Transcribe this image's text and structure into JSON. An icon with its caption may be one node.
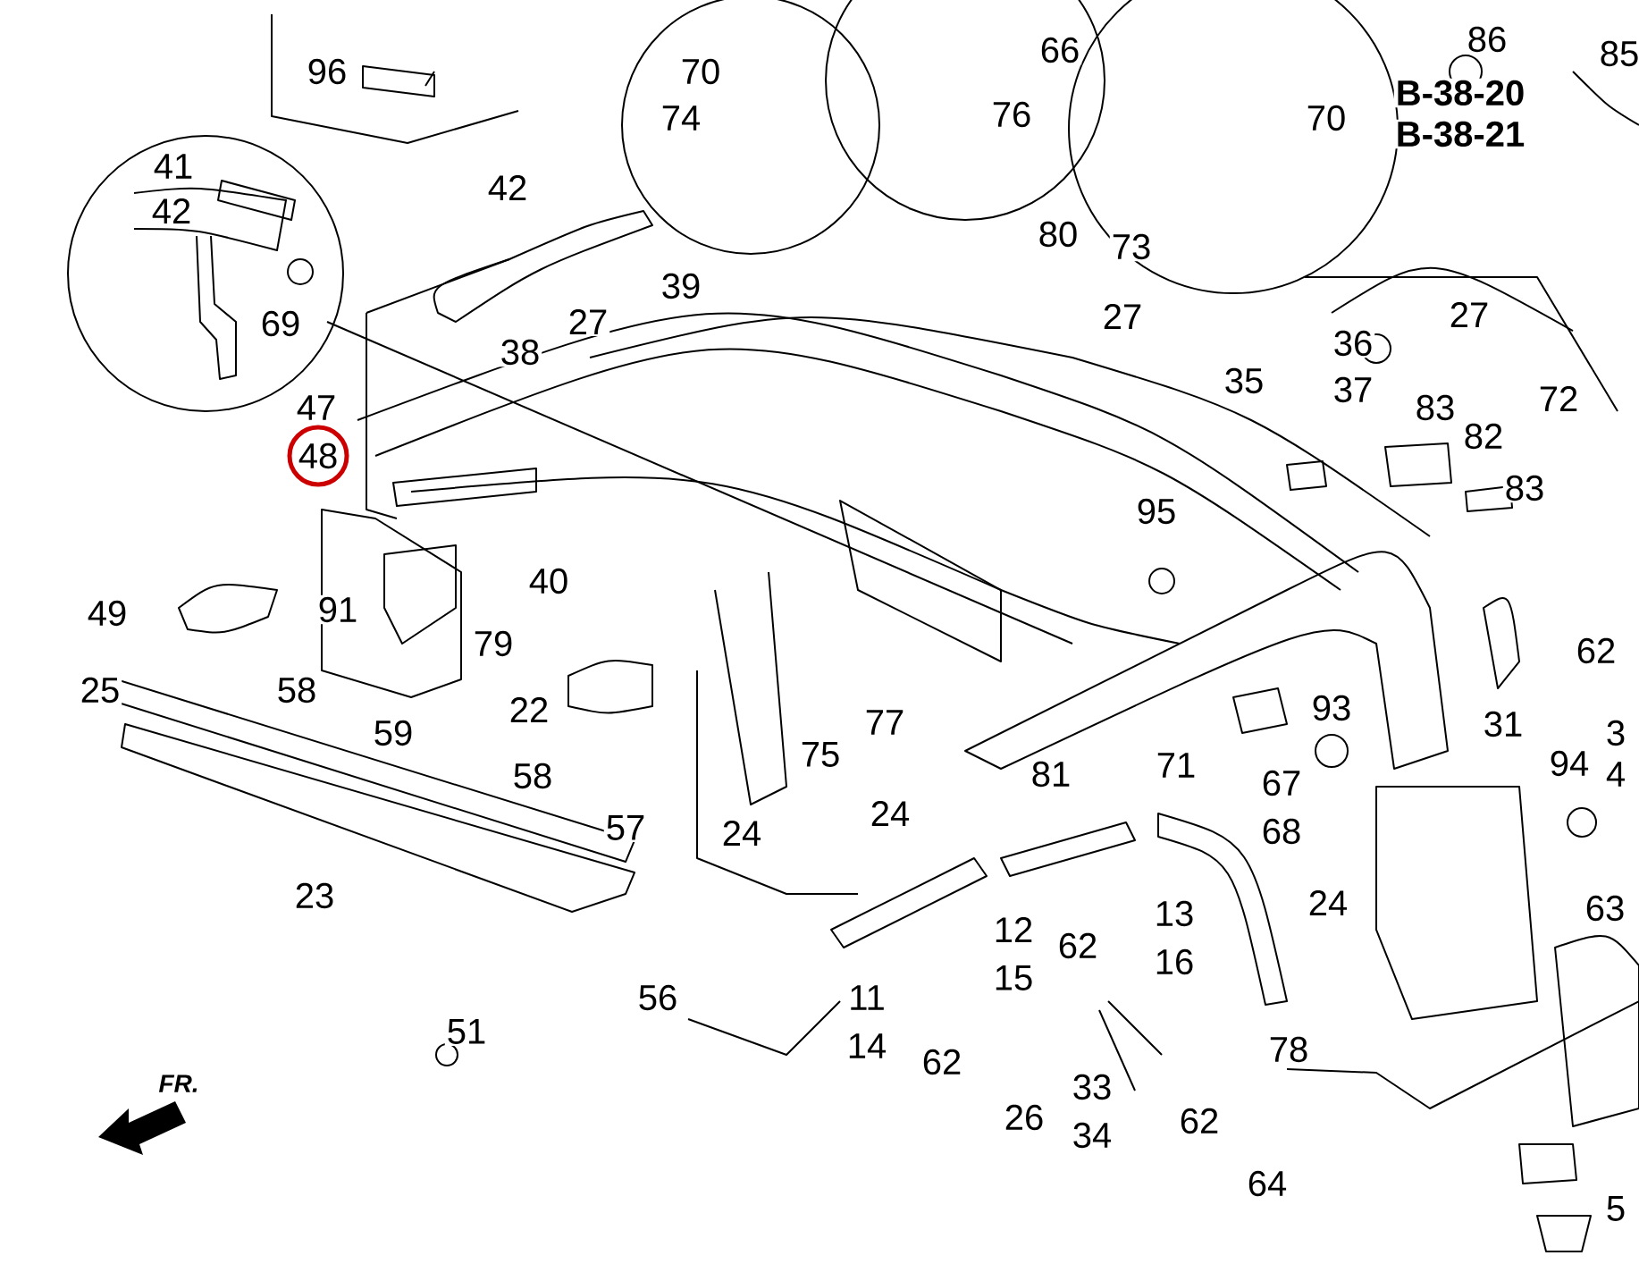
{
  "diagram": {
    "labels": [
      "96",
      "70",
      "74",
      "66",
      "76",
      "70",
      "86",
      "B-38-20",
      "B-38-21",
      "85",
      "41",
      "42",
      "42",
      "69",
      "80",
      "73",
      "39",
      "27",
      "38",
      "27",
      "27",
      "36",
      "37",
      "35",
      "72",
      "47",
      "48",
      "83",
      "82",
      "83",
      "95",
      "40",
      "49",
      "91",
      "79",
      "62",
      "25",
      "58",
      "22",
      "31",
      "59",
      "58",
      "77",
      "75",
      "94",
      "93",
      "71",
      "67",
      "68",
      "81",
      "57",
      "24",
      "24",
      "24",
      "13",
      "16",
      "12",
      "15",
      "62",
      "23",
      "56",
      "11",
      "14",
      "51",
      "62",
      "78",
      "33",
      "34",
      "26",
      "62",
      "64",
      "FR.",
      "3",
      "4",
      "63",
      "5"
    ]
  }
}
